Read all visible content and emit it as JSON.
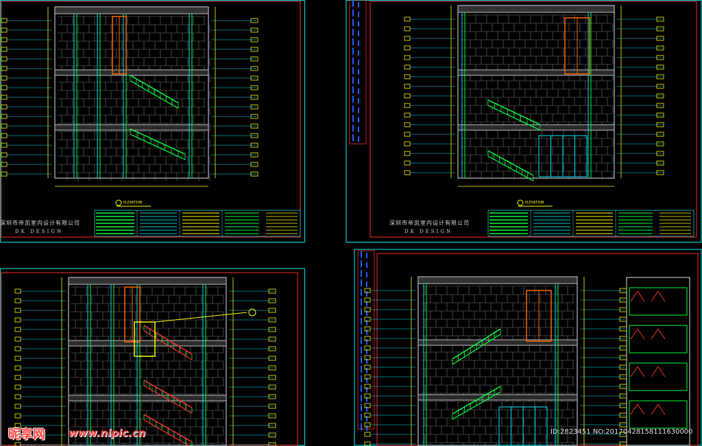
{
  "company": {
    "cn": "深圳市帝凯室内设计有限公司",
    "en": "DK   DESIGN"
  },
  "elevation_label": "ELEVATION",
  "watermark": {
    "cn": "昵享网",
    "url": "www.nipic.cn",
    "id": "ID:2823451 NO:20170428158111630000"
  },
  "colors": {
    "background": "#000000",
    "frame_cyan": "#00cccc",
    "frame_red": "#ff2a2a",
    "dim_yellow": "#ffff00",
    "wall_grey": "#bfbfbf",
    "rail_green": "#00ff40",
    "door_orange": "#ff6a00",
    "glass_cyan": "#00e5ff",
    "stair_red": "#ff3030"
  }
}
